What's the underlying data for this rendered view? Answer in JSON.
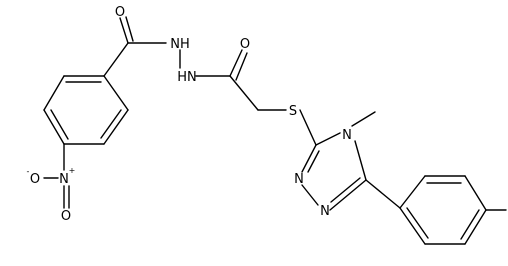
{
  "molecule": {
    "atom_labels": {
      "o_amide1": "O",
      "nh_1": "NH",
      "nh_2": "HN",
      "o_amide2": "O",
      "s": "S",
      "n_methyl": "N",
      "n_ring1": "N",
      "n_ring2": "N",
      "n_nitro": "N",
      "o_nitro_neg": "O",
      "o_nitro_neg_charge": "-",
      "n_nitro_charge": "+",
      "o_nitro2": "O"
    },
    "line_color": "#000000",
    "background": "#ffffff"
  }
}
